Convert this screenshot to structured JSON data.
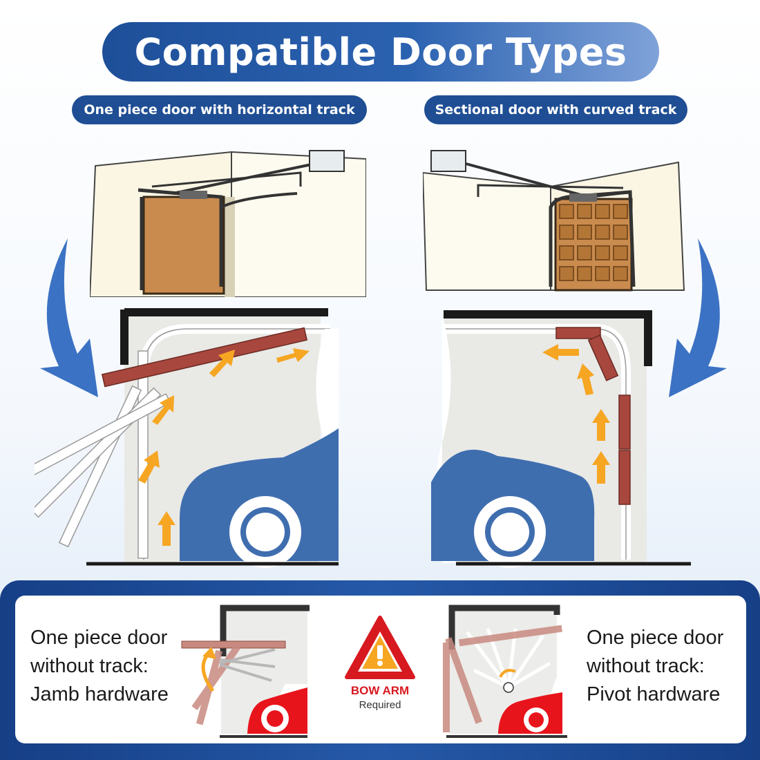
{
  "header": {
    "title": "Compatible Door Types"
  },
  "panels": {
    "left_label": "One piece door with horizontal track",
    "right_label": "Sectional door with curved track"
  },
  "bottom": {
    "left_lines": [
      "One piece door",
      "without track:",
      "Jamb hardware"
    ],
    "right_lines": [
      "One piece door",
      "without track:",
      "Pivot hardware"
    ],
    "warning_title": "BOW ARM",
    "warning_sub": "Required"
  },
  "colors": {
    "brand_blue": "#1f4e94",
    "car_blue": "#3f6eaf",
    "door_red": "#a8473e",
    "arrow_orange": "#f6a623",
    "warning_red": "#d71920"
  },
  "icons": [
    "curved-arrow-icon",
    "up-arrow-icon",
    "warning-triangle-icon",
    "car-icon"
  ]
}
